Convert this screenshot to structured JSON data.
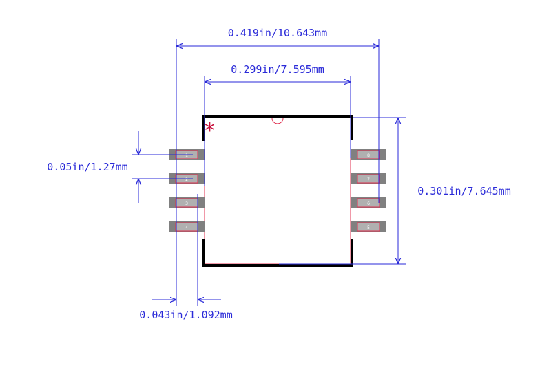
{
  "dimensions": {
    "overall_width": "0.419in/10.643mm",
    "body_width": "0.299in/7.595mm",
    "pitch": "0.05in/1.27mm",
    "body_height": "0.301in/7.645mm",
    "pad_length": "0.043in/1.092mm"
  },
  "pin1_marker": "*",
  "pads_left": [
    "1",
    "2",
    "3",
    "4"
  ],
  "pads_right": [
    "8",
    "7",
    "6",
    "5"
  ],
  "colors": {
    "dimension": "#2a2ad8",
    "courtyard": "#e03050",
    "silkscreen": "#000000",
    "pad_outer": "#808080",
    "pad_inner": "#b0b0b0",
    "pin1": "#c8103c"
  }
}
